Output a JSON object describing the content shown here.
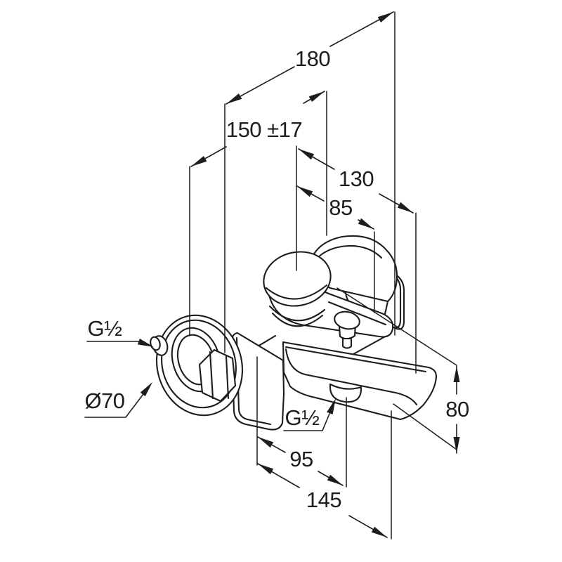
{
  "diagram": {
    "type": "technical-dimension-drawing",
    "subject": "wall-mounted single-lever bath mixer tap, isometric view",
    "line_color": "#1d1d1b",
    "background_color": "#ffffff",
    "dimensions": {
      "width_overall": "180",
      "connection_spacing": "150 ±17",
      "depth_to_spout": "130",
      "depth_to_handle": "85",
      "outlet_height": "80",
      "aerator_projection": "95",
      "spout_projection": "145",
      "thread_wall": "G½",
      "thread_spout": "G½",
      "flange_diameter": "Ø70"
    }
  }
}
